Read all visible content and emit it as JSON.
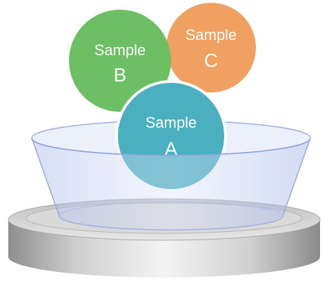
{
  "samples": {
    "b": {
      "word": "Sample",
      "letter": "B",
      "color": "#6dbf63"
    },
    "c": {
      "word": "Sample",
      "letter": "C",
      "color": "#f0a060"
    },
    "a": {
      "word": "Sample",
      "letter": "A",
      "color": "#4aafbf"
    }
  },
  "dish_color": "#c7d3f2",
  "base_color": "#c8c8c8"
}
